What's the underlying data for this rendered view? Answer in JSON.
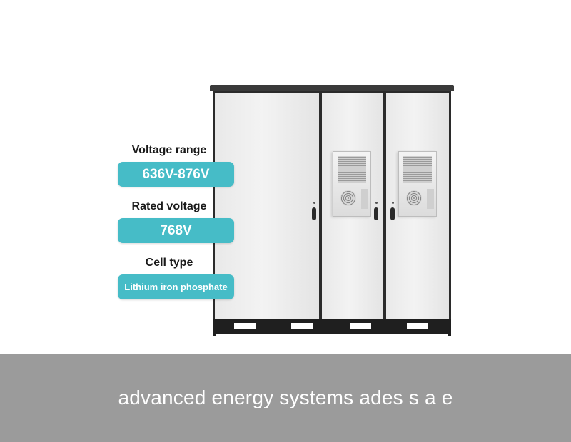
{
  "specs": [
    {
      "label": "Voltage range",
      "value": "636V-876V"
    },
    {
      "label": "Rated voltage",
      "value": "768V"
    },
    {
      "label": "Cell type",
      "value": "Lithium iron phosphate"
    }
  ],
  "caption": "advanced energy systems ades s a e",
  "colors": {
    "pill": "#46bcc7",
    "caption_bar": "#9b9b9b"
  }
}
